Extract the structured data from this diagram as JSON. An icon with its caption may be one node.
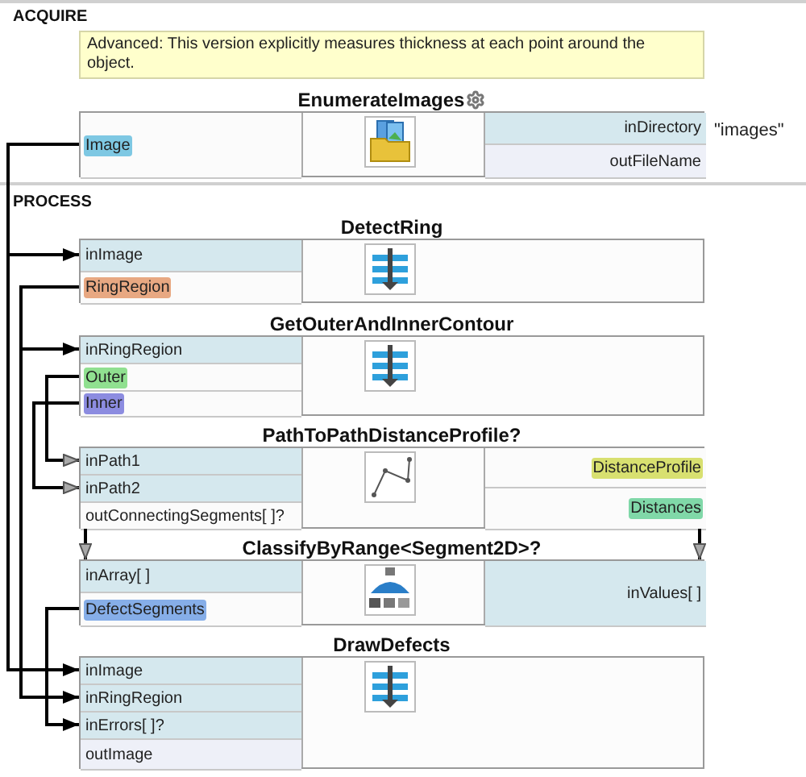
{
  "diagram": {
    "nodes": [
      {
        "text": [
          "Advanced: This version explicitly measures thickness at each point around the object."
        ]
      },
      {
        "text": [
          "EnumerateImages"
        ]
      },
      {
        "text": [
          "Image"
        ],
        "in": 1
      },
      {
        "text": [
          "inDirectory"
        ],
        "in": 1,
        "beside": [
          "\"images\""
        ]
      },
      {
        "text": [
          "outFileName"
        ],
        "in": 1
      },
      {
        "text": [
          "DetectRing"
        ]
      },
      {
        "text": [
          "inImage"
        ],
        "in": 5
      },
      {
        "text": [
          "RingRegion"
        ],
        "in": 5
      },
      {
        "text": [
          "GetOuterAndInnerContour"
        ]
      },
      {
        "text": [
          "inRingRegion"
        ],
        "in": 8
      },
      {
        "text": [
          "Outer"
        ],
        "in": 8
      },
      {
        "text": [
          "Inner"
        ],
        "in": 8
      },
      {
        "text": [
          "PathToPathDistanceProfile?"
        ]
      },
      {
        "text": [
          "inPath1"
        ],
        "in": 12
      },
      {
        "text": [
          "inPath2"
        ],
        "in": 12
      },
      {
        "text": [
          "outConnectingSegments[ ]?"
        ],
        "in": 12
      },
      {
        "text": [
          "DistanceProfile"
        ],
        "in": 12
      },
      {
        "text": [
          "Distances"
        ],
        "in": 12
      },
      {
        "text": [
          "ClassifyByRange<Segment2D>?"
        ]
      },
      {
        "text": [
          "inArray[ ]"
        ],
        "in": 18
      },
      {
        "text": [
          "DefectSegments"
        ],
        "in": 18
      },
      {
        "text": [
          "inValues[ ]"
        ],
        "in": 18
      },
      {
        "text": [
          "DrawDefects"
        ]
      },
      {
        "text": [
          "inImage"
        ],
        "in": 22
      },
      {
        "text": [
          "inRingRegion"
        ],
        "in": 22
      },
      {
        "text": [
          "inErrors[ ]?"
        ],
        "in": 22
      },
      {
        "text": [
          "outImage"
        ],
        "in": 22
      }
    ],
    "edges": [
      {
        "from": 2,
        "to": 6,
        "arrow": "to"
      },
      {
        "from": 2,
        "to": 23,
        "arrow": "to"
      },
      {
        "from": 7,
        "to": 9,
        "arrow": "to"
      },
      {
        "from": 7,
        "to": 24,
        "arrow": "to"
      },
      {
        "from": 10,
        "to": 13,
        "arrow": "to"
      },
      {
        "from": 11,
        "to": 14,
        "arrow": "to"
      },
      {
        "from": 15,
        "to": 19,
        "arrow": "to"
      },
      {
        "from": 17,
        "to": 21,
        "arrow": "to"
      },
      {
        "from": 20,
        "to": 25,
        "arrow": "to"
      }
    ],
    "labels": [
      "ACQUIRE",
      "PROCESS"
    ]
  }
}
